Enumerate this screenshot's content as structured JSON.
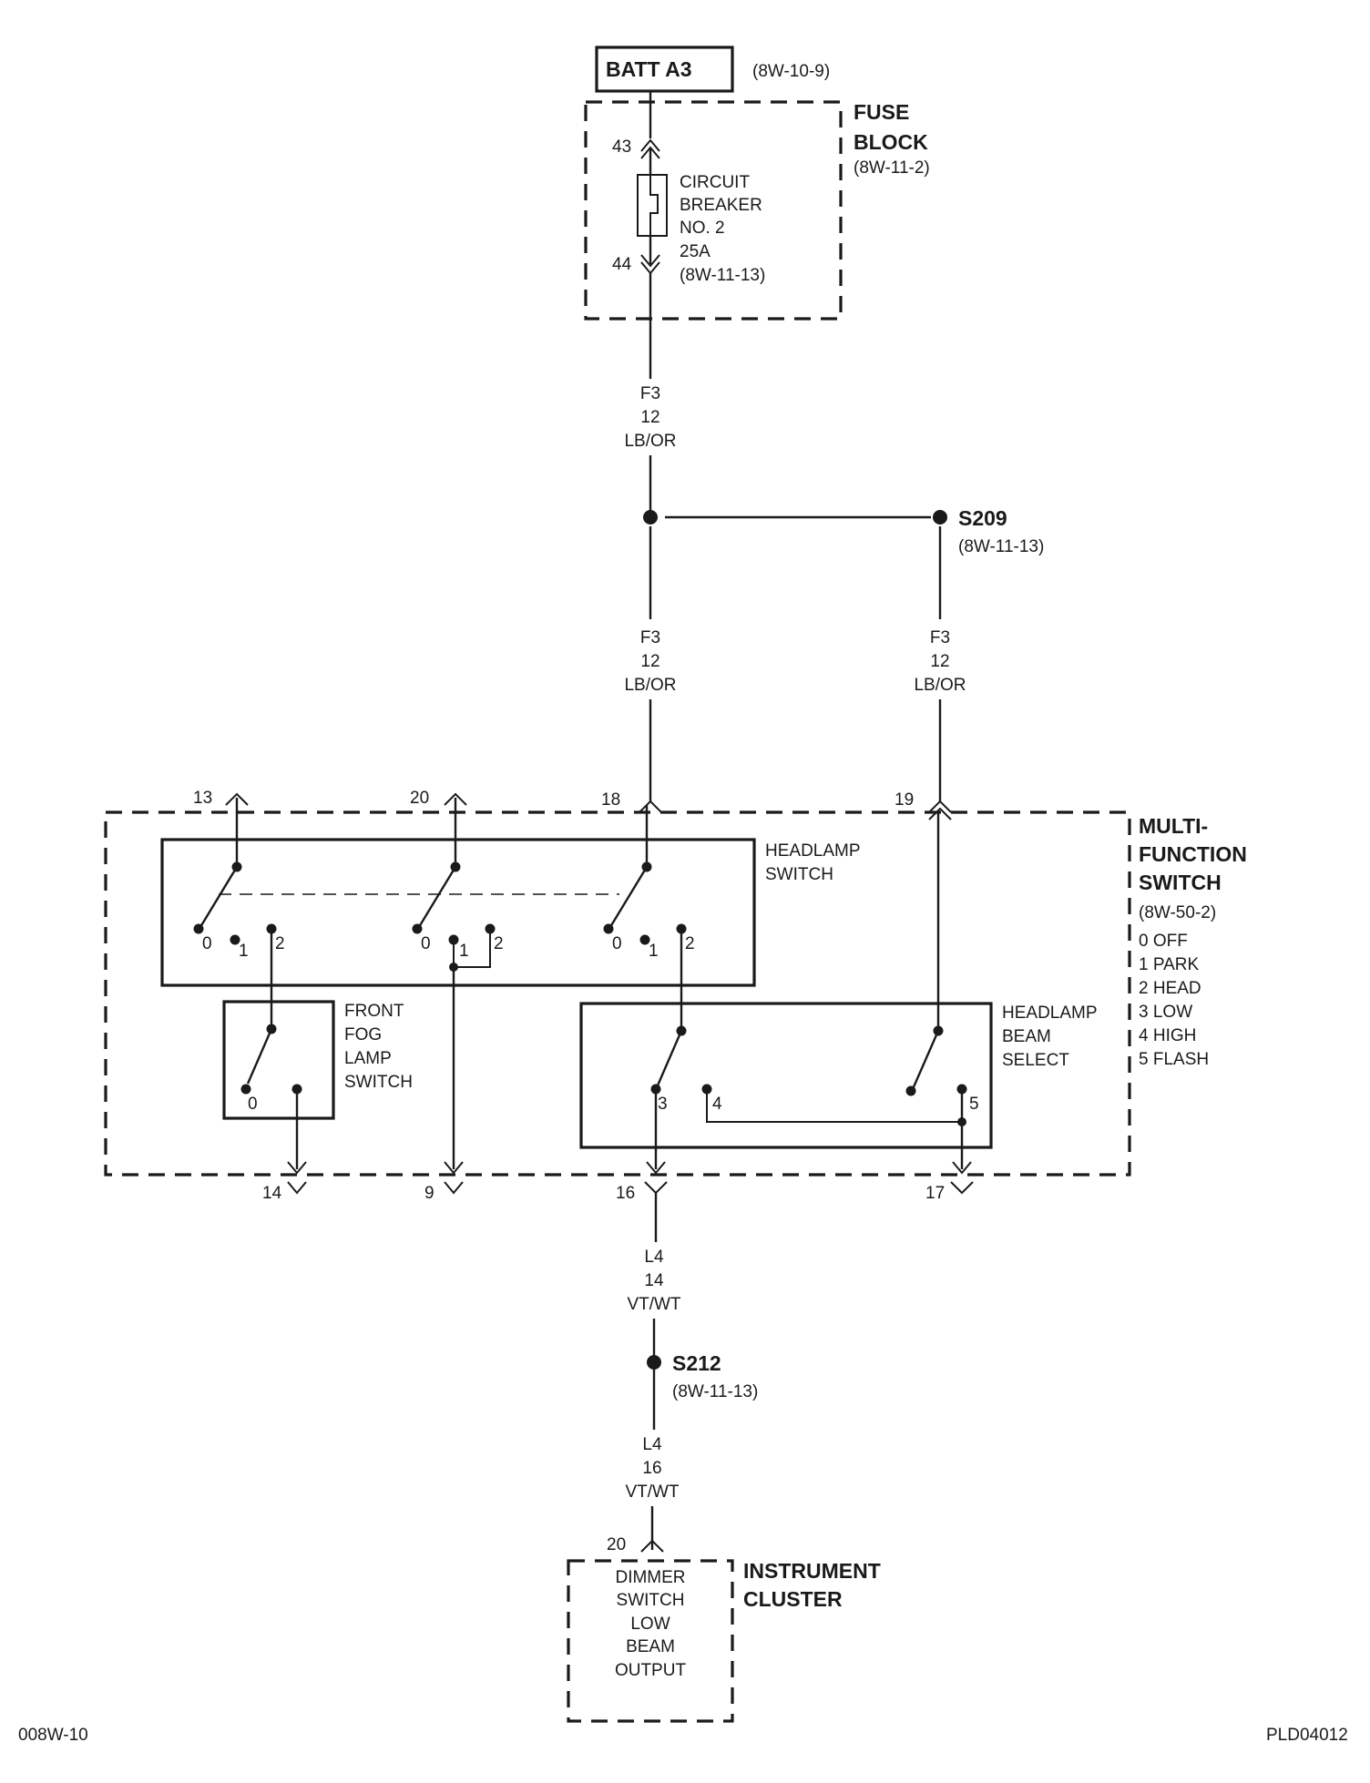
{
  "batt": {
    "label": "BATT A3",
    "ref": "(8W-10-9)"
  },
  "fuse_block": {
    "title_line1": "FUSE",
    "title_line2": "BLOCK",
    "ref": "(8W-11-2)",
    "pin_in": "43",
    "pin_out": "44",
    "breaker": [
      "CIRCUIT",
      "BREAKER",
      "NO. 2",
      "25A",
      "(8W-11-13)"
    ]
  },
  "wire_f3_top": {
    "circuit": "F3",
    "gauge": "12",
    "color": "LB/OR"
  },
  "splice_s209": {
    "label": "S209",
    "ref": "(8W-11-13)"
  },
  "wire_f3_left": {
    "circuit": "F3",
    "gauge": "12",
    "color": "LB/OR"
  },
  "wire_f3_right": {
    "circuit": "F3",
    "gauge": "12",
    "color": "LB/OR"
  },
  "mfs": {
    "title_line1": "MULTI-",
    "title_line2": "FUNCTION",
    "title_line3": "SWITCH",
    "ref": "(8W-50-2)",
    "legend": [
      "0 OFF",
      "1 PARK",
      "2 HEAD",
      "3 LOW",
      "4 HIGH",
      "5 FLASH"
    ],
    "pins_top": [
      "13",
      "20",
      "18",
      "19"
    ],
    "pins_bottom": [
      "14",
      "9",
      "16",
      "17"
    ],
    "headlamp_switch": [
      "HEADLAMP",
      "SWITCH"
    ],
    "fog_switch": [
      "FRONT",
      "FOG",
      "LAMP",
      "SWITCH"
    ],
    "beam_select": [
      "HEADLAMP",
      "BEAM",
      "SELECT"
    ],
    "pos": {
      "p0": "0",
      "p1": "1",
      "p2": "2",
      "p3": "3",
      "p4": "4",
      "p5": "5"
    }
  },
  "wire_l4_top": {
    "circuit": "L4",
    "gauge": "14",
    "color": "VT/WT"
  },
  "splice_s212": {
    "label": "S212",
    "ref": "(8W-11-13)"
  },
  "wire_l4_bottom": {
    "circuit": "L4",
    "gauge": "16",
    "color": "VT/WT"
  },
  "cluster": {
    "pin": "20",
    "title_line1": "INSTRUMENT",
    "title_line2": "CLUSTER",
    "output": [
      "DIMMER",
      "SWITCH",
      "LOW",
      "BEAM",
      "OUTPUT"
    ]
  },
  "footer": {
    "left": "008W-10",
    "right": "PLD04012"
  }
}
